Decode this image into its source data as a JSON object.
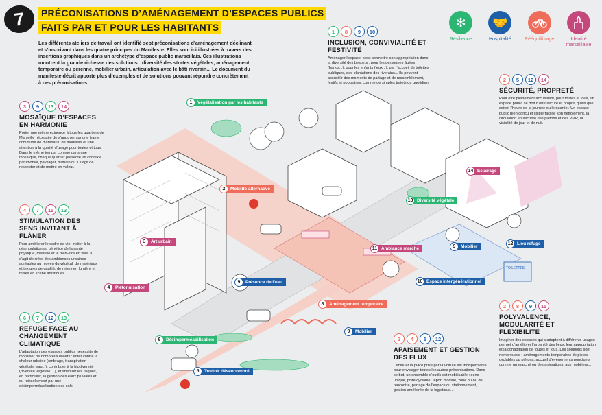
{
  "header": {
    "number": "7",
    "title_line1": "PRÉCONISATIONS D’AMÉNAGEMENT D’ESPACES PUBLICS",
    "title_line2": "FAITS PAR ET POUR LES HABITANTS"
  },
  "intro": "Les différents ateliers de travail ont identifié sept préconisations d’aménagement déclinant et s’inscrivant dans les quatre principes du Manifeste. Elles sont ici illustrées à travers des insertions graphiques dans un archétype d’espace public marseillais. Ces illustrations montrent la grande richesse des solutions : diversité des strates végétales, aménagement temporaire ou pérenne, mobilier urbain, articulation avec le bâti riverain... Le document du manifeste décrit apporte plus d’exemples et de solutions pouvant répondre concrètement à ces préconisations.",
  "principles": [
    {
      "label": "Résilience",
      "icon": "snowflake-icon",
      "color": "#2bb673"
    },
    {
      "label": "Hospitalité",
      "icon": "handshake-icon",
      "color": "#1e5fa8"
    },
    {
      "label": "Rééquilibrage",
      "icon": "bicycle-icon",
      "color": "#ef6b5a"
    },
    {
      "label": "Identité marseillaise",
      "icon": "basilica-icon",
      "color": "#c4487c"
    }
  ],
  "sections": {
    "mosaique": {
      "nums": [
        "3",
        "9",
        "13",
        "14"
      ],
      "title": "MOSAÏQUE D’ESPACES EN HARMONIE",
      "text": "Porter une même exigence à tous les quartiers de Marseille nécessite de s’appuyer sur une trame commune de matériaux, de mobiliers et une attention à la qualité d’usage pour toutes et tous. Dans le même temps, comme dans une mosaïque, chaque quartier présente un contexte patrimonial, paysager, humain qu’il s’agit de respecter et de mettre en valeur."
    },
    "stimulation": {
      "nums": [
        "4",
        "7",
        "11",
        "13"
      ],
      "title": "STIMULATION DES SENS INVITANT À FLÂNER",
      "text": "Pour améliorer le cadre de vie, inciter à la déambulation au bénéfice de la santé physique, mentale et le bien-être en ville. Il s’agit de créer des ambiances urbaines agréables au moyen du végétal, de matériaux et textures de qualité, de mises en lumière et mises en scène artistiques."
    },
    "refuge": {
      "nums": [
        "6",
        "7",
        "12",
        "13"
      ],
      "title": "REFUGE FACE AU CHANGEMENT CLIMATIQUE",
      "text": "L’adaptation des espaces publics nécessite de mobiliser de nombreux leviers : lutter contre la chaleur urbaine (ombrage, transpiration végétale, eau...), contribuer à la biodiversité (diversité végétale,...), et atténuer les risques, en particulier, la gestion des eaux pluviales et du ruissellement par une désimperméabilisation des sols."
    },
    "inclusion": {
      "nums": [
        "1",
        "8",
        "9",
        "10"
      ],
      "title": "INCLUSION, CONVIVIALITÉ ET FESTIVITÉ",
      "text": "Aménager l’espace, c’est permettre son appropriation dans la diversité des besoins : pour les personnes âgées (bancs...), pour les enfants (jeux...), par l’accueil de toilettes publiques, des plantations des riverains... Ils peuvent accueillir des moments de partage et de rassemblement, festifs et populaires, comme de simples trajets du quotidien."
    },
    "securite": {
      "nums": [
        "2",
        "5",
        "12",
        "14"
      ],
      "title": "SÉCURITÉ, PROPRETÉ",
      "text": "Pour être pleinement accueillant, pour toutes et tous, un espace public se doit d’être sécure et propre, quels que soient l’heure de la journée ou le quartier. Un espace public bien conçu et lisible facilite son nettoiement, la circulation en sécurité des piétons et des PMR, la visibilité de jour et de nuit."
    },
    "polyvalence": {
      "nums": [
        "2",
        "8",
        "9",
        "11"
      ],
      "title": "POLYVALENCE, MODULARITÉ ET FLEXIBILITÉ",
      "text": "Imaginer des espaces qui s’adaptent à différents usages permet d’améliorer l’urbanité des lieux, leur appropriation et la cohabitation de toutes et tous. Les solutions sont nombreuses : aménagements temporaires de pistes cyclables ou piétons, accueil d’événements ponctuels comme un marché ou des animations, aux mobiliers..."
    },
    "apaisement": {
      "nums": [
        "2",
        "4",
        "5",
        "12"
      ],
      "title": "APAISEMENT ET GESTION DES FLUX",
      "text": "Diminuer la place prise par la voiture est indispensable pour envisager toutes les autres préconisations. Dans ce but, un ensemble d’outils est mobilisable : sens unique, piste cyclable, report modale, zone 30 ou de rencontre, partage de l’espace du stationnement, gestion améliorée de la logistique..."
    }
  },
  "tags": [
    {
      "num": "1",
      "label": "Végétalisation par les habitants",
      "color": "green"
    },
    {
      "num": "2",
      "label": "Mobilité alternative",
      "color": "red"
    },
    {
      "num": "3",
      "label": "Art urbain",
      "color": "pink"
    },
    {
      "num": "4",
      "label": "Piétonnisation",
      "color": "pink"
    },
    {
      "num": "5",
      "label": "Trottoir désencombré",
      "color": "blue"
    },
    {
      "num": "6",
      "label": "Désimperméabilisation",
      "color": "green"
    },
    {
      "num": "8",
      "label": "Aménagement temporaire",
      "color": "red"
    },
    {
      "num": "9",
      "label": "Présence de l’eau",
      "color": "blue"
    },
    {
      "num": "9",
      "label": "Mobilier",
      "color": "blue"
    },
    {
      "num": "9",
      "label": "Mobilier",
      "color": "blue"
    },
    {
      "num": "10",
      "label": "Espace intergénérationnel",
      "color": "blue"
    },
    {
      "num": "11",
      "label": "Ambiance marché",
      "color": "pink"
    },
    {
      "num": "12",
      "label": "Lieu refuge",
      "color": "blue"
    },
    {
      "num": "13",
      "label": "Diversité végétale",
      "color": "green"
    },
    {
      "num": "14",
      "label": "Éclairage",
      "color": "pink"
    }
  ],
  "signs": {
    "toilettes": "TOILETTES"
  }
}
